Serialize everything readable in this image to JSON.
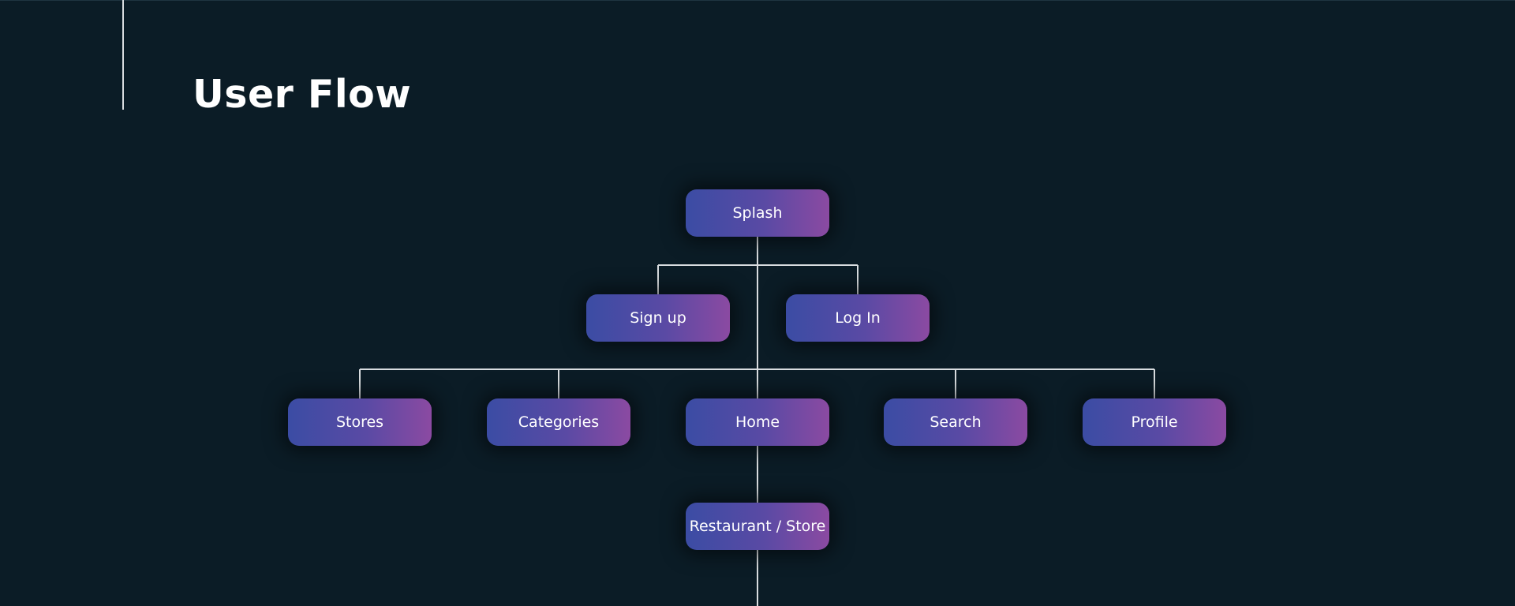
{
  "page": {
    "title": "User Flow"
  },
  "colors": {
    "background": "#0b1c26",
    "node_gradient_start": "#3b4ca4",
    "node_gradient_end": "#8b4aa2",
    "connector": "#d9dde0",
    "title_text": "#ffffff"
  },
  "flow": {
    "nodes": [
      {
        "id": "splash",
        "label": "Splash"
      },
      {
        "id": "signup",
        "label": "Sign up"
      },
      {
        "id": "login",
        "label": "Log In"
      },
      {
        "id": "stores",
        "label": "Stores"
      },
      {
        "id": "categories",
        "label": "Categories"
      },
      {
        "id": "home",
        "label": "Home"
      },
      {
        "id": "search",
        "label": "Search"
      },
      {
        "id": "profile",
        "label": "Profile"
      },
      {
        "id": "restaurant",
        "label": "Restaurant / Store"
      }
    ],
    "edges": [
      {
        "from": "splash",
        "to": "signup"
      },
      {
        "from": "splash",
        "to": "login"
      },
      {
        "from": "splash",
        "to": "stores"
      },
      {
        "from": "splash",
        "to": "categories"
      },
      {
        "from": "splash",
        "to": "home"
      },
      {
        "from": "splash",
        "to": "search"
      },
      {
        "from": "splash",
        "to": "profile"
      },
      {
        "from": "home",
        "to": "restaurant"
      }
    ]
  }
}
